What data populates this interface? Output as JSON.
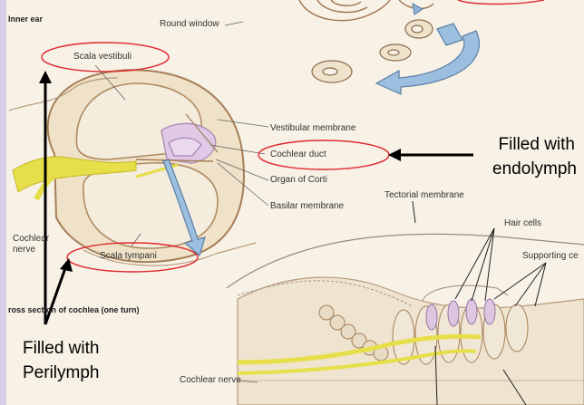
{
  "figure": {
    "inner_ear_heading": "Inner ear",
    "section_caption": "ross section of cochlea (one turn)",
    "labels": {
      "round_window": "Round window",
      "scala_vestibuli": "Scala vestibuli",
      "vestibular_membrane": "Vestibular membrane",
      "cochlear_duct": "Cochlear duct",
      "organ_of_corti": "Organ of Corti",
      "basilar_membrane": "Basilar membrane",
      "cochlear_nerve_left": "Cochlear nerve",
      "scala_tympani": "Scala tympani",
      "tectorial_membrane": "Tectorial membrane",
      "hair_cells": "Hair cells",
      "supporting_cells": "Supporting ce",
      "cochlear_nerve_bottom": "Cochlear nerve"
    }
  },
  "annotations": {
    "endolymph_line1": "Filled with",
    "endolymph_line2": "endolymph",
    "perilymph_line1": "Filled with",
    "perilymph_line2": "Perilymph",
    "highlight_color": "#e0282e",
    "arrow_color": "#000000"
  },
  "colors": {
    "paper": "#f7f1e6",
    "tissue": "#e9dcc2",
    "nerve": "#e6df4a",
    "arrow_blue": "#8fb2d6",
    "duct_pink": "#d6b4d8"
  }
}
